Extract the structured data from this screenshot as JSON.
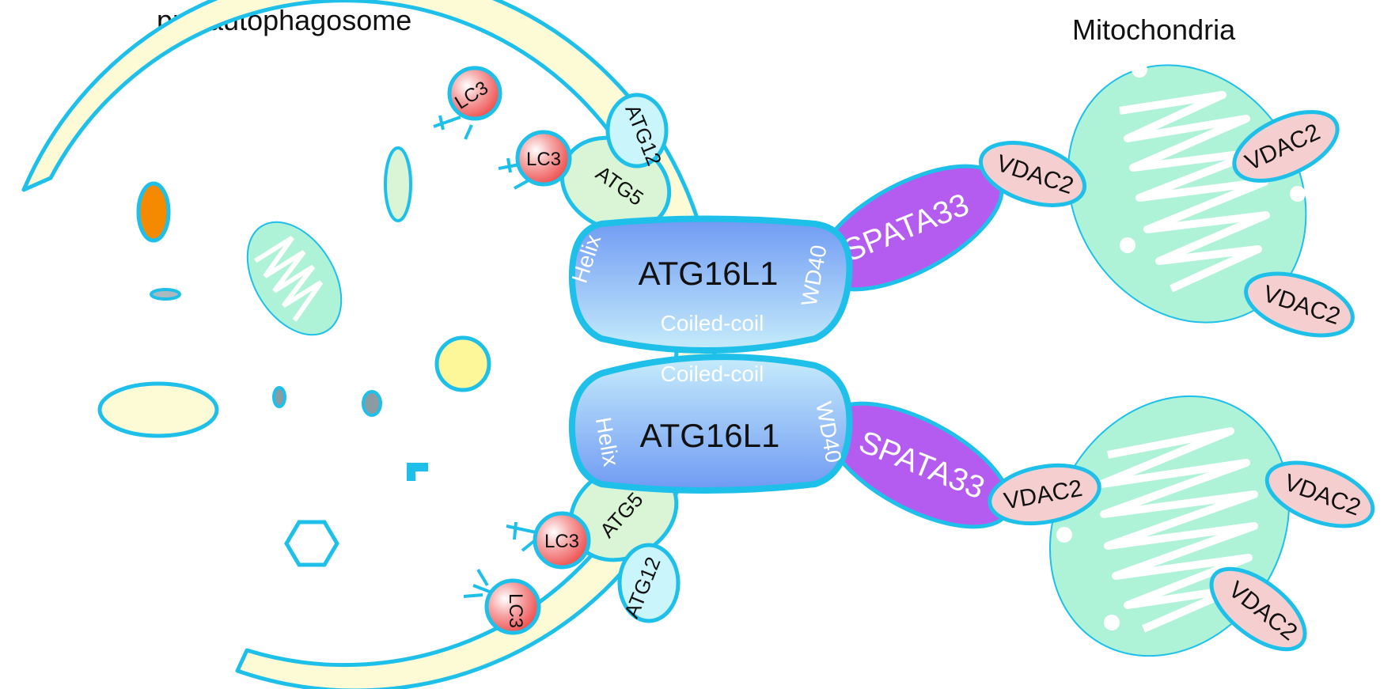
{
  "titles": {
    "left": "pre-autophagosome",
    "right": "Mitochondria"
  },
  "proteins": {
    "atg16l1_top": "ATG16L1",
    "atg16l1_bottom": "ATG16L1",
    "helix": "Helix",
    "wd40": "WD40",
    "coiled_coil": "Coiled-coil",
    "spata33": "SPATA33",
    "vdac2": "VDAC2",
    "atg5": "ATG5",
    "atg12": "ATG12",
    "lc3": "LC3"
  },
  "colors": {
    "membrane_outline": "#1ec0ea",
    "membrane_fill": "#fdfbd6",
    "atg16l1_gradient_top": "#7fa6f4",
    "atg16l1_gradient_bottom": "#bfe6fb",
    "spata33": "#b45cf0",
    "vdac2": "#f5cfd0",
    "lc3": "#f06a6a",
    "atg5": "#d9f5d6",
    "atg12": "#c9f5fb",
    "mitochondria": "#aef2d7",
    "organelle_orange": "#f58a00",
    "organelle_yellow": "#fdf79a"
  }
}
